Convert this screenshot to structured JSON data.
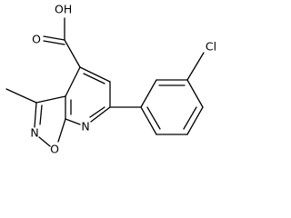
{
  "molecule": {
    "atom_labels": {
      "hydroxyl": "OH",
      "carbonyl_oxygen": "O",
      "ring_oxygen": "O",
      "isoxazole_nitrogen": "N",
      "pyridine_nitrogen": "N",
      "chlorine": "Cl"
    }
  },
  "colors": {
    "bond": "#000000",
    "label": "#000000",
    "background": "#ffffff"
  }
}
